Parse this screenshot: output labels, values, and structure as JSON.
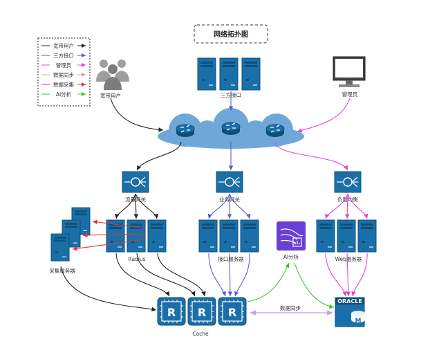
{
  "title": "网络拓扑图",
  "legend": [
    {
      "label": "宽带用户",
      "color": "#222222"
    },
    {
      "label": "三方接口",
      "color": "#5b5bd6"
    },
    {
      "label": "管理员",
      "color": "#e040e0"
    },
    {
      "label": "数据同步",
      "color": "#c39be8"
    },
    {
      "label": "数据采集",
      "color": "#e53030"
    },
    {
      "label": "AI分析",
      "color": "#33cc33"
    }
  ],
  "nodes": {
    "broadband_user": "宽带用户",
    "third_party": "三方接口",
    "admin": "管理员",
    "flow_gateway": "流量网关",
    "biz_gateway": "业务网关",
    "load_balance": "负载均衡",
    "collect_server": "采集服务器",
    "radius": "Radius",
    "api_server": "接口服务器",
    "ai": "AI分析",
    "web_server": "Web服务器",
    "cache": "Cache",
    "sync_label": "数据同步",
    "oracle": "ORACLE",
    "oracle_m": "M",
    "redis_r": "R"
  },
  "colors": {
    "server_blue": "#1a6fa8",
    "server_dark": "#0e4f7a",
    "cloud": "#6fa8d8"
  }
}
